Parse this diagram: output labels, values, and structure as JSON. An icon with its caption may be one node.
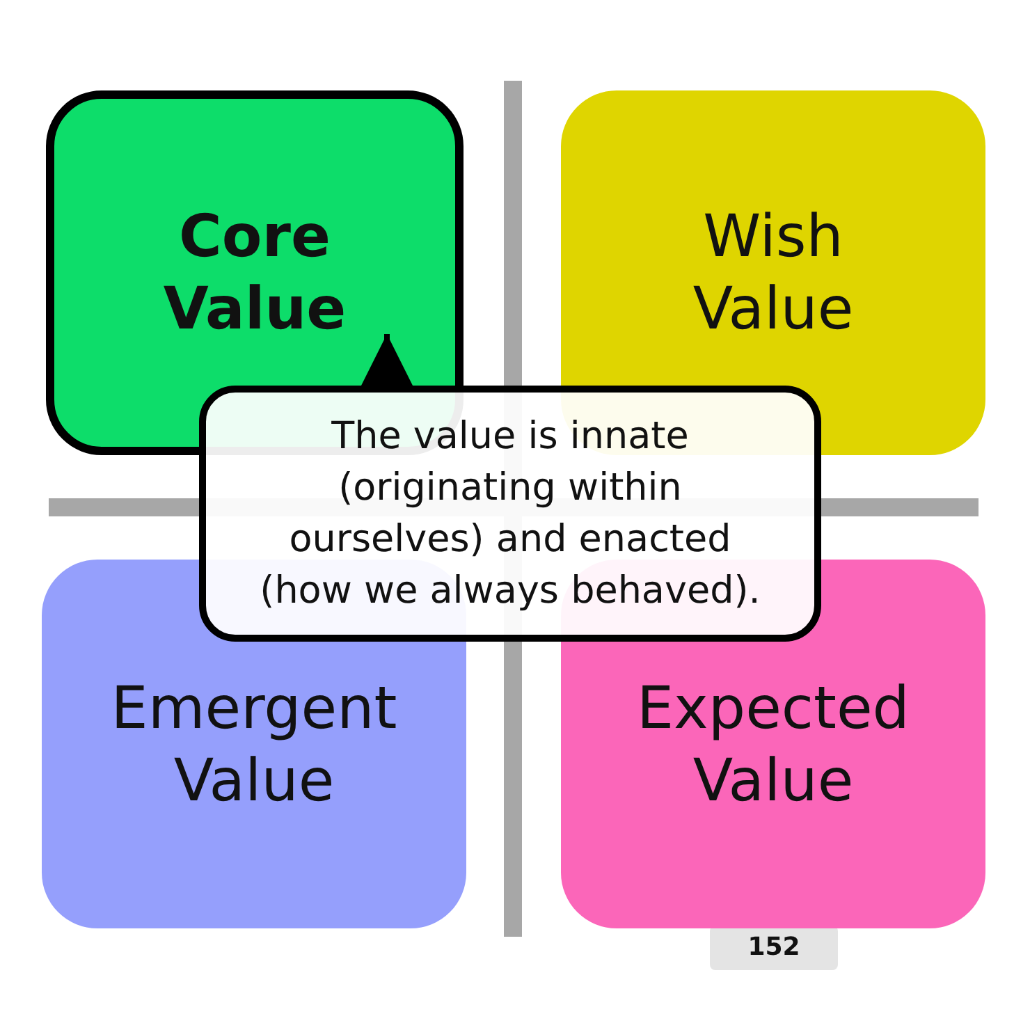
{
  "diagram": {
    "nodes": [
      {
        "text": [
          "Core Value"
        ]
      },
      {
        "text": [
          "Wish Value"
        ]
      },
      {
        "text": [
          "Emergent Value"
        ]
      },
      {
        "text": [
          "Expected Value"
        ]
      },
      {
        "text": [
          "The value is innate (originating within ourselves) and enacted (how we always behaved)."
        ]
      }
    ],
    "edges": [
      {
        "from": 4,
        "to": 0,
        "arrow": "to"
      }
    ],
    "labels": [
      "152"
    ]
  }
}
